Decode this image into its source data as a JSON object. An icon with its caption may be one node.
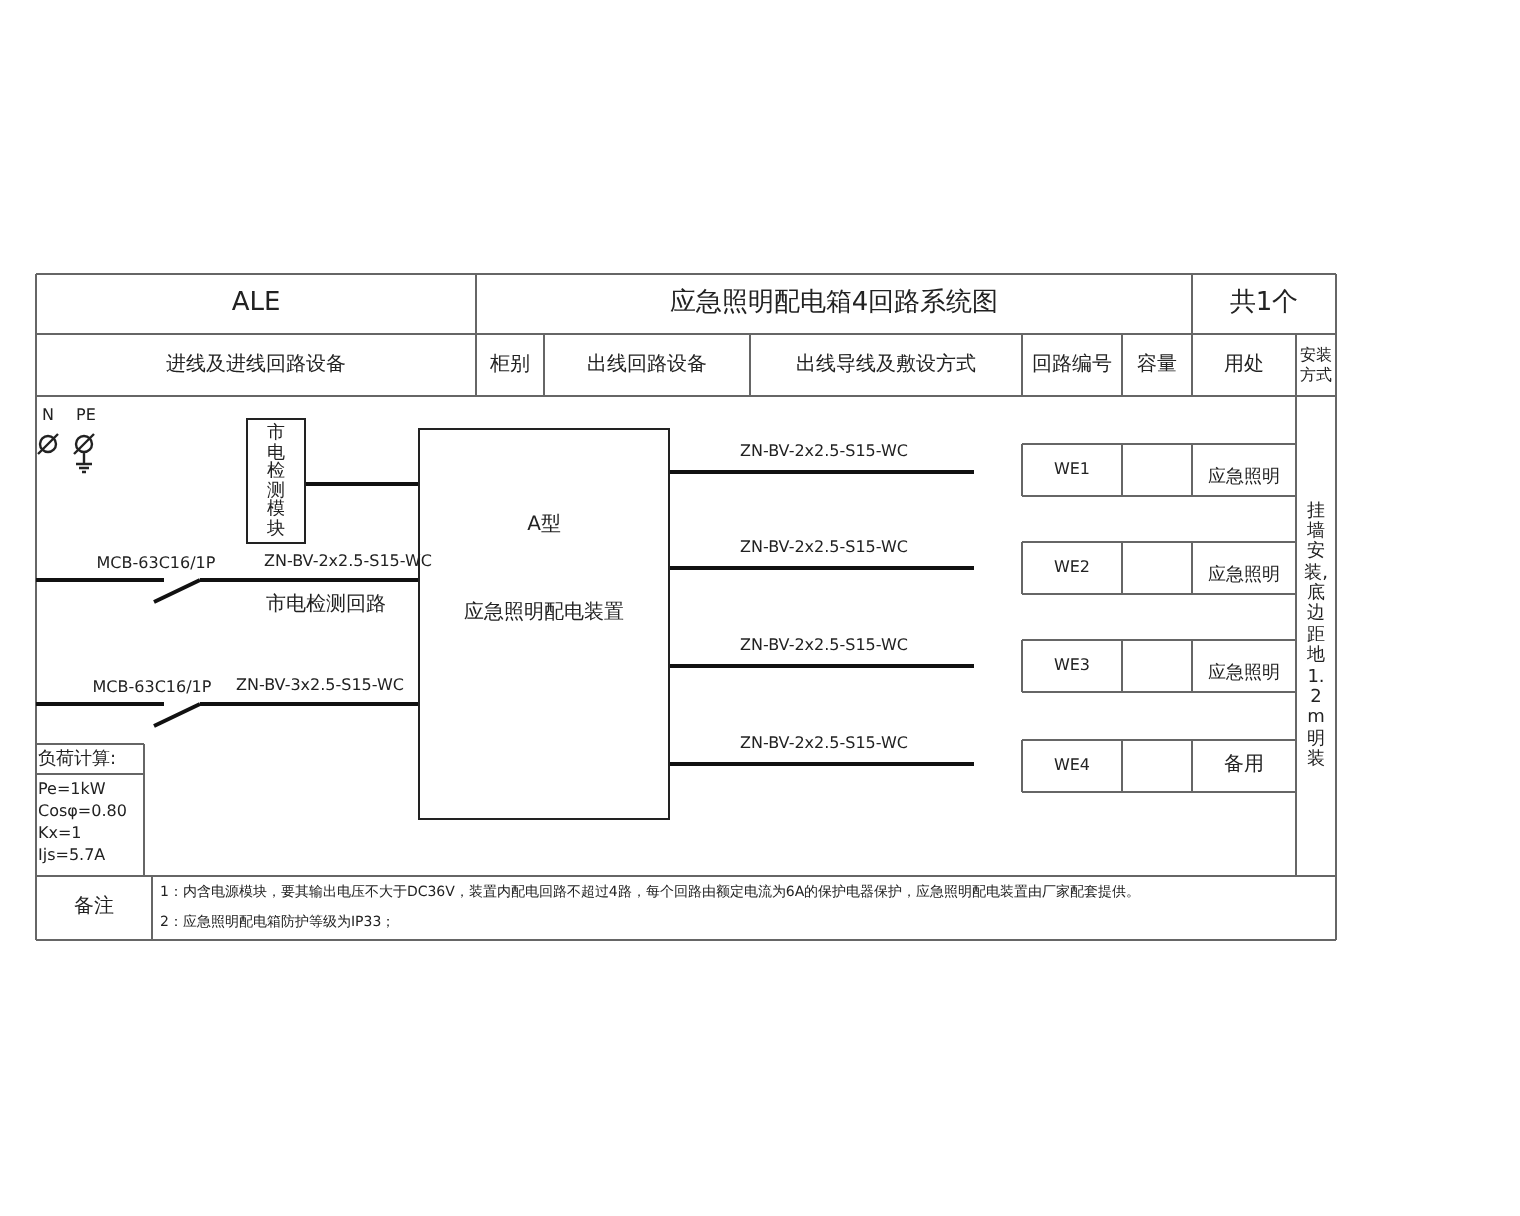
{
  "diagram": {
    "nodes": [
      {
        "text": [
          "A型",
          "应急照明配电装置"
        ]
      },
      {
        "text": [
          "市电检测模块"
        ]
      }
    ],
    "edges": [
      {
        "from": null,
        "to": 0,
        "arrow": "none",
        "label": "ZN-BV-2x2.5-S15-WC"
      },
      {
        "from": null,
        "to": 0,
        "arrow": "none",
        "label": "ZN-BV-3x2.5-S15-WC"
      },
      {
        "from": 1,
        "to": 0,
        "arrow": "none"
      },
      {
        "from": 0,
        "to": null,
        "arrow": "none",
        "label": "ZN-BV-2x2.5-S15-WC"
      },
      {
        "from": 0,
        "to": null,
        "arrow": "none",
        "label": "ZN-BV-2x2.5-S15-WC"
      },
      {
        "from": 0,
        "to": null,
        "arrow": "none",
        "label": "ZN-BV-2x2.5-S15-WC"
      },
      {
        "from": 0,
        "to": null,
        "arrow": "none",
        "label": "ZN-BV-2x2.5-S15-WC"
      }
    ],
    "labels": [
      "ALE",
      "应急照明配电箱4回路系统图",
      "共1个",
      "进线及进线回路设备",
      "柜别",
      "出线回路设备",
      "出线导线及敷设方式",
      "回路编号",
      "容量",
      "用处",
      "安装方式",
      "N",
      "PE",
      "挂墙安装,底边距地1.2m明装",
      "MCB-63C16/1P",
      "市电检测回路",
      "WE1",
      "应急照明",
      "WE2",
      "应急照明",
      "MCB-63C16/1P",
      "WE3",
      "应急照明",
      "负荷计算:",
      "Pe=1kW",
      "Cosφ=0.80",
      "Kx=1",
      "Ijs=5.7A",
      "WE4",
      "备用",
      "备注",
      "1：内含电源模块，要其输出电压不大于DC36V，装置内配电回路不超过4路，每个回路由额定电流为6A的保护电器保护，应急照明配电装置由厂家配套提供。",
      "2：应急照明配电箱防护等级为IP33；"
    ]
  }
}
